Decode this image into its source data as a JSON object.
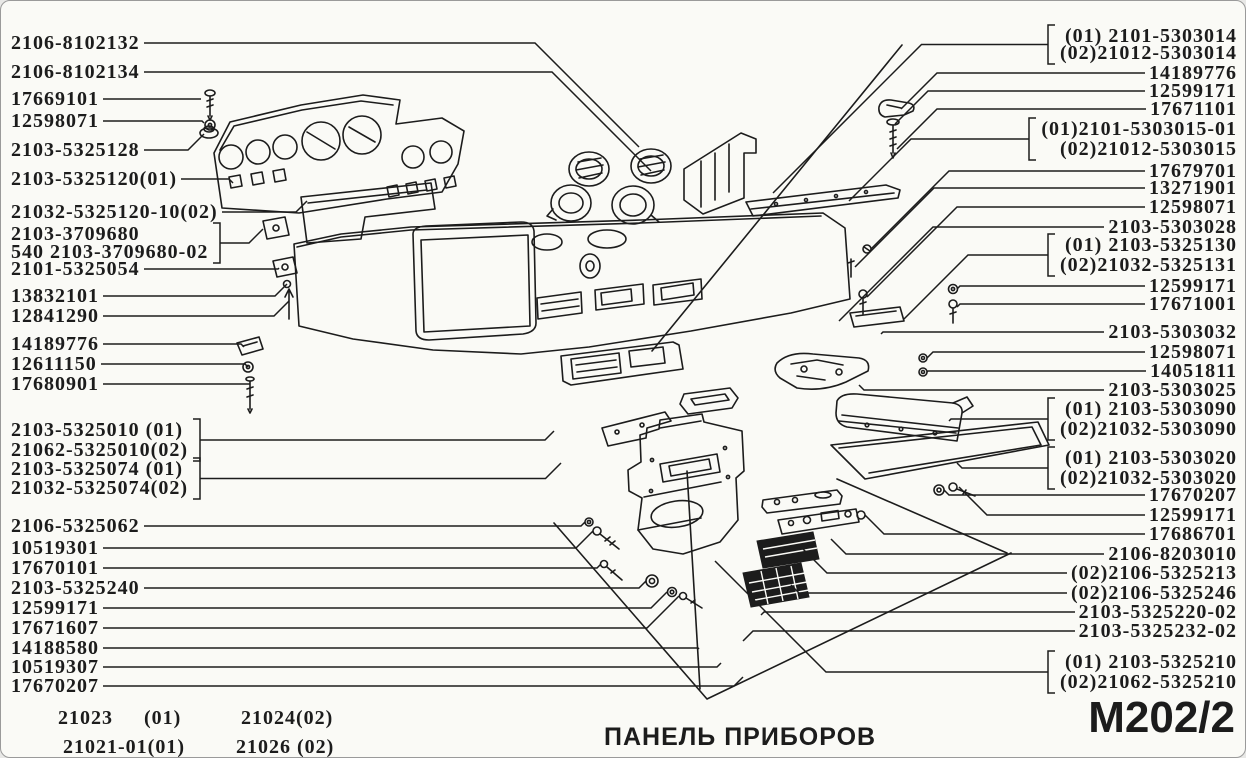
{
  "figure": {
    "caption": "ПАНЕЛЬ ПРИБОРОВ",
    "sheet_code": "M202/2"
  },
  "colors": {
    "ink": "#1c1c1c",
    "paper": "#fafaf6"
  },
  "labels": {
    "left": [
      "2106-8102132",
      "2106-8102134",
      "17669101",
      "12598071",
      "2103-5325128",
      "2103-5325120(01)",
      "21032-5325120-10(02)",
      "2103-3709680",
      "540 2103-3709680-02",
      "2101-5325054",
      "13832101",
      "12841290",
      "14189776",
      "12611150",
      "17680901",
      "2103-5325010 (01)",
      "21062-5325010(02)",
      "2103-5325074 (01)",
      "21032-5325074(02)",
      "2106-5325062",
      "10519301",
      "17670101",
      "2103-5325240",
      "12599171",
      "17671607",
      "14188580",
      "10519307",
      "17670207"
    ],
    "right": [
      "(01) 2101-5303014",
      "(02)21012-5303014",
      "14189776",
      "12599171",
      "17671101",
      "(01)2101-5303015-01",
      "(02)21012-5303015",
      "17679701",
      "13271901",
      "12598071",
      "2103-5303028",
      "(01) 2103-5325130",
      "(02)21032-5325131",
      "12599171",
      "17671001",
      "2103-5303032",
      "12598071",
      "14051811",
      "2103-5303025",
      "(01) 2103-5303090",
      "(02)21032-5303090",
      "(01) 2103-5303020",
      "(02)21032-5303020",
      "17670207",
      "12599171",
      "17686701",
      "2106-8203010",
      "(02)2106-5325213",
      "(02)2106-5325246",
      "2103-5325220-02",
      "2103-5325232-02",
      "(01) 2103-5325210",
      "(02)21062-5325210"
    ],
    "variants": {
      "row1": [
        "21023",
        "(01)",
        "21024(02)"
      ],
      "row2": [
        "21021-01(01)",
        "21026 (02)"
      ]
    }
  }
}
